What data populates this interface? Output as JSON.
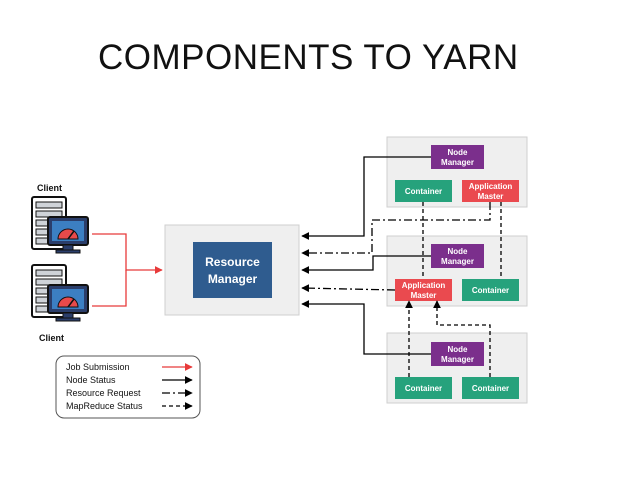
{
  "title": "COMPONENTS TO YARN",
  "client_label_top": "Client",
  "client_label_bottom": "Client",
  "resource_manager": {
    "line1": "Resource",
    "line2": "Manager"
  },
  "node_manager": {
    "line1": "Node",
    "line2": "Manager"
  },
  "container_label": "Container",
  "application_master": {
    "line1": "Application",
    "line2": "Master"
  },
  "legend": {
    "items": [
      {
        "label": "Job Submission",
        "style": "solid",
        "color": "#e83a3a"
      },
      {
        "label": "Node Status",
        "style": "solid",
        "color": "#000000"
      },
      {
        "label": "Resource Request",
        "style": "dash-dot",
        "color": "#000000"
      },
      {
        "label": "MapReduce Status",
        "style": "dashed",
        "color": "#000000"
      }
    ]
  },
  "colors": {
    "resource_manager": "#2f5c8f",
    "node_manager": "#7b2f8c",
    "container": "#26a27c",
    "application_master": "#ea4a4f",
    "node_box": "#efefef",
    "job_submission": "#e83a3a",
    "arrow": "#000000"
  }
}
